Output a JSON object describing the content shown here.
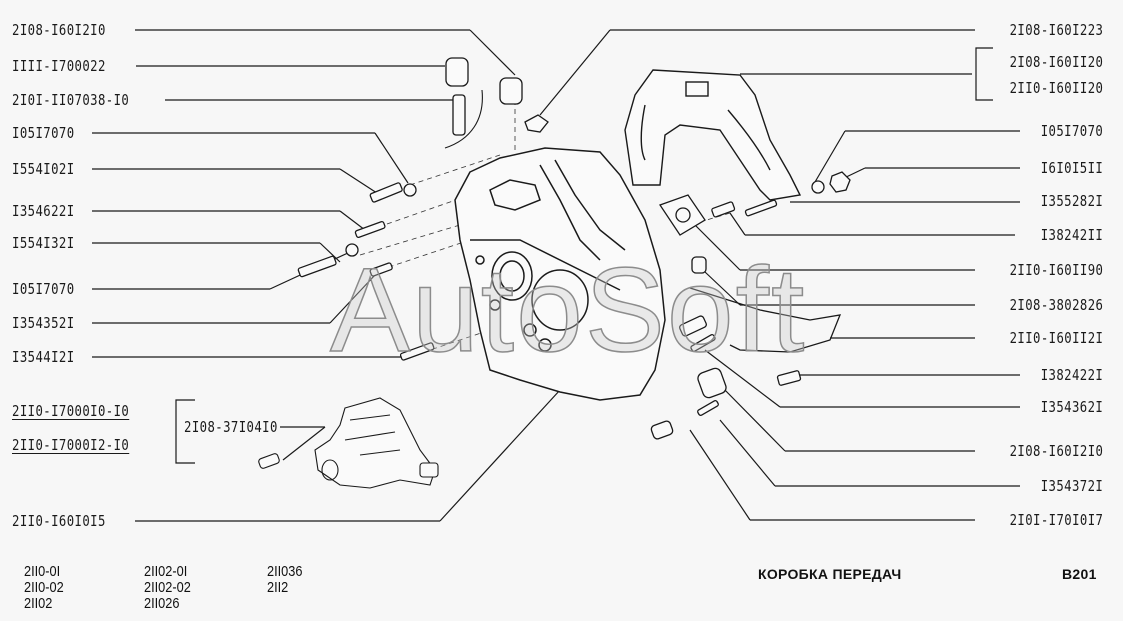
{
  "diagram": {
    "title": "КОРОБКА ПЕРЕДАЧ",
    "page_code": "В201",
    "watermark": "AutoSoft",
    "colors": {
      "background": "#f7f7f7",
      "ink": "#1a1a1a",
      "watermark": "#9a9a9a"
    }
  },
  "labels_left": [
    "2I08-I60I2I0",
    "IIII-I700022",
    "2I0I-II07038-I0",
    "I05I7070",
    "I554I02I",
    "I354622I",
    "I554I32I",
    "I05I7070",
    "I354352I",
    "I3544I2I"
  ],
  "assembly": {
    "numbers": [
      "2II0-I7000I0-I0",
      "2II0-I7000I2-I0"
    ],
    "sensor": "2I08-37I04I0",
    "housing": "2II0-I60I0I5"
  },
  "labels_right": [
    "2I08-I60I223",
    "2I08-I60II20",
    "2II0-I60II20",
    "I05I7070",
    "I6I0I5II",
    "I355282I",
    "I38242II",
    "2II0-I60II90",
    "2I08-3802826",
    "2II0-I60II2I",
    "I382422I",
    "I354362I",
    "2I08-I60I2I0",
    "I354372I",
    "2I0I-I70I0I7"
  ],
  "models": {
    "col1": [
      "2II0-0I",
      "2II0-02",
      "2II02"
    ],
    "col2": [
      "2II02-0I",
      "2II02-02",
      "2II026"
    ],
    "col3": [
      "2II036",
      "2II2"
    ]
  }
}
